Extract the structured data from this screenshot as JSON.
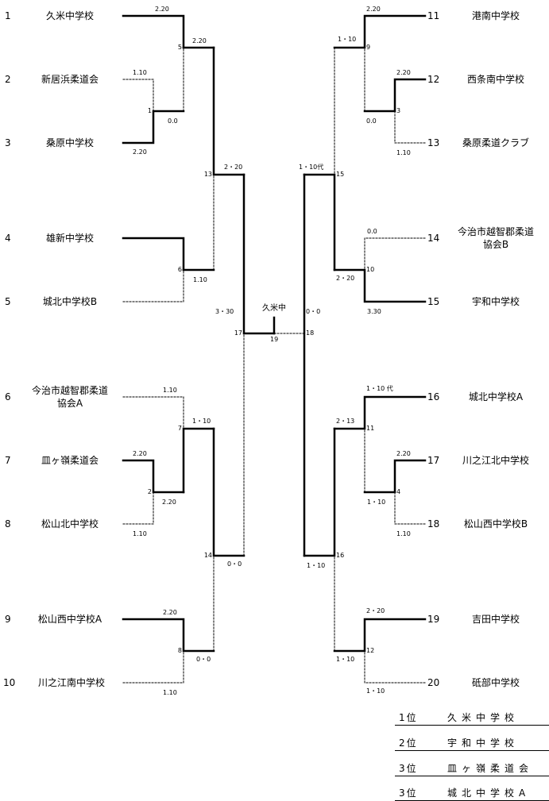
{
  "entries_left": [
    {
      "no": "1",
      "name": "久米中学校"
    },
    {
      "no": "2",
      "name": "新居浜柔道会"
    },
    {
      "no": "3",
      "name": "桑原中学校"
    },
    {
      "no": "4",
      "name": "雄新中学校"
    },
    {
      "no": "5",
      "name": "城北中学校B"
    },
    {
      "no": "6",
      "name": "今治市越智郡柔道",
      "name2": "協会A"
    },
    {
      "no": "7",
      "name": "皿ヶ嶺柔道会"
    },
    {
      "no": "8",
      "name": "松山北中学校"
    },
    {
      "no": "9",
      "name": "松山西中学校A"
    },
    {
      "no": "10",
      "name": "川之江南中学校"
    }
  ],
  "entries_right": [
    {
      "no": "11",
      "name": "港南中学校"
    },
    {
      "no": "12",
      "name": "西条南中学校"
    },
    {
      "no": "13",
      "name": "桑原柔道クラブ"
    },
    {
      "no": "14",
      "name": "今治市越智郡柔道",
      "name2": "協会B"
    },
    {
      "no": "15",
      "name": "宇和中学校"
    },
    {
      "no": "16",
      "name": "城北中学校A"
    },
    {
      "no": "17",
      "name": "川之江北中学校"
    },
    {
      "no": "18",
      "name": "松山西中学校B"
    },
    {
      "no": "19",
      "name": "吉田中学校"
    },
    {
      "no": "20",
      "name": "砥部中学校"
    }
  ],
  "match_numbers": {
    "m1": "1",
    "m2": "2",
    "m3": "3",
    "m4": "4",
    "m5": "5",
    "m6": "6",
    "m7": "7",
    "m8": "8",
    "m9": "9",
    "m10": "10",
    "m11": "11",
    "m12": "12",
    "m13": "13",
    "m14": "14",
    "m15": "15",
    "m16": "16",
    "m17": "17",
    "m18": "18",
    "m19": "19"
  },
  "scores": {
    "s1": "2.20",
    "s2": "2.20",
    "s3": "1.10",
    "s4": "0.0",
    "s5": "2.20",
    "s6": "2・20",
    "s7": "1.10",
    "s8": "3・30",
    "s9": "1.10",
    "s10": "1・10",
    "s11": "2.20",
    "s12": "2.20",
    "s13": "1.10",
    "s14": "0・0",
    "s15": "2.20",
    "s16": "0・0",
    "s17": "1.10",
    "s18": "2.20",
    "s19": "1・10",
    "s20": "2.20",
    "s21": "0.0",
    "s22": "1.10",
    "s23": "1・10代",
    "s24": "0.0",
    "s25": "2・20",
    "s26": "3.30",
    "s27": "0・0",
    "s28": "1・10 代",
    "s29": "2・13",
    "s30": "2.20",
    "s31": "1・10",
    "s32": "1.10",
    "s33": "1・10",
    "s34": "2・20",
    "s35": "1・10",
    "s36": "1・10"
  },
  "winner": "久米中",
  "rankings": [
    {
      "place": "1位",
      "team": "久米中学校"
    },
    {
      "place": "2位",
      "team": "宇和中学校"
    },
    {
      "place": "3位",
      "team": "皿ヶ嶺柔道会"
    },
    {
      "place": "3位",
      "team": "城北中学校A"
    }
  ]
}
